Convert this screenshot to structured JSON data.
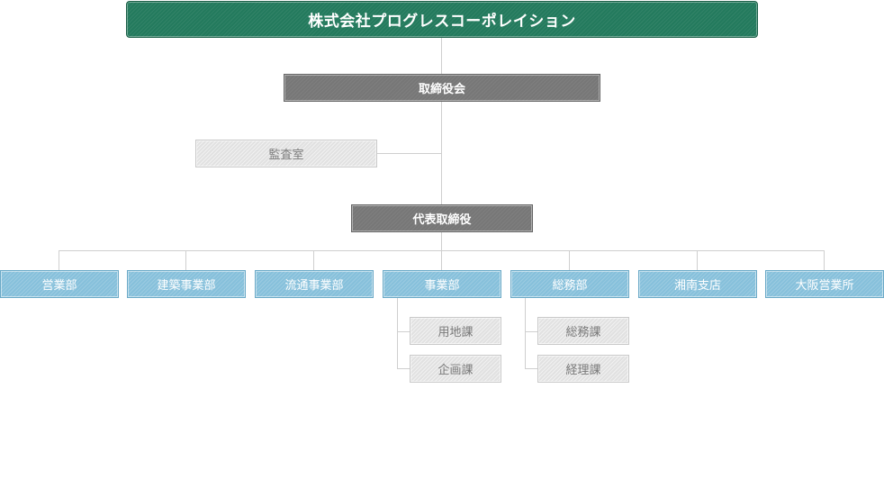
{
  "company": "株式会社プログレスコーポレイション",
  "board": "取締役会",
  "audit": "監査室",
  "ceo": "代表取締役",
  "departments": [
    "営業部",
    "建築事業部",
    "流通事業部",
    "事業部",
    "総務部",
    "湘南支店",
    "大阪営業所"
  ],
  "jigyobu_sections": [
    "用地課",
    "企画課"
  ],
  "somubu_sections": [
    "総務課",
    "経理課"
  ],
  "colors": {
    "company": "#237a5d",
    "executive": "#777777",
    "department": "#86c0db",
    "section": "#e1e1e1",
    "connector": "#cfcfcf"
  }
}
